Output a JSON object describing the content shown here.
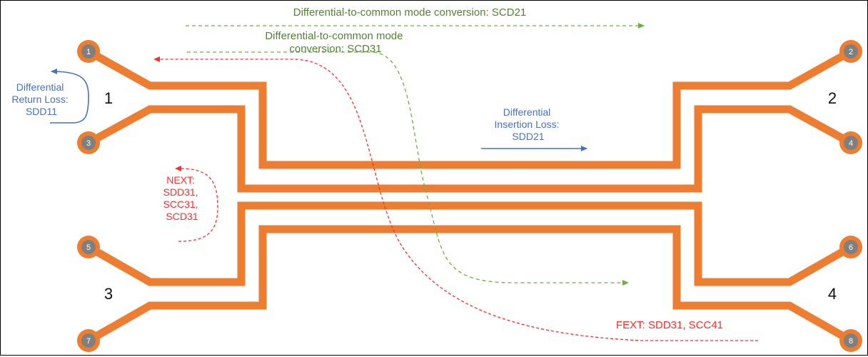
{
  "colors": {
    "trace": "#ED7D31",
    "pad_fill": "#7F7F7F",
    "green": "#70AD47",
    "red": "#FF2B2B",
    "blue": "#4472C4",
    "text_green": "#548235",
    "frame": "#000000"
  },
  "ports": [
    {
      "id": "port-1",
      "label": "1"
    },
    {
      "id": "port-2",
      "label": "2"
    },
    {
      "id": "port-3",
      "label": "3"
    },
    {
      "id": "port-4",
      "label": "4"
    },
    {
      "id": "port-5",
      "label": "5"
    },
    {
      "id": "port-6",
      "label": "6"
    },
    {
      "id": "port-7",
      "label": "7"
    },
    {
      "id": "port-8",
      "label": "8"
    }
  ],
  "groups": {
    "g1": "1",
    "g2": "2",
    "g3": "3",
    "g4": "4"
  },
  "labels": {
    "scd21": "Differential-to-common mode conversion: SCD21",
    "scd31_line1": "Differential-to-common mode",
    "scd31_line2": "conversion: SCD31",
    "sdd11_line1": "Differential",
    "sdd11_line2": "Return Loss:",
    "sdd11_line3": "SDD11",
    "sdd21_line1": "Differential",
    "sdd21_line2": "Insertion Loss:",
    "sdd21_line3": "SDD21",
    "next_line1": "NEXT:",
    "next_line2": "SDD31,",
    "next_line3": "SCC31,",
    "next_line4": "SCD31",
    "fext": "FEXT: SDD31, SCC41"
  }
}
